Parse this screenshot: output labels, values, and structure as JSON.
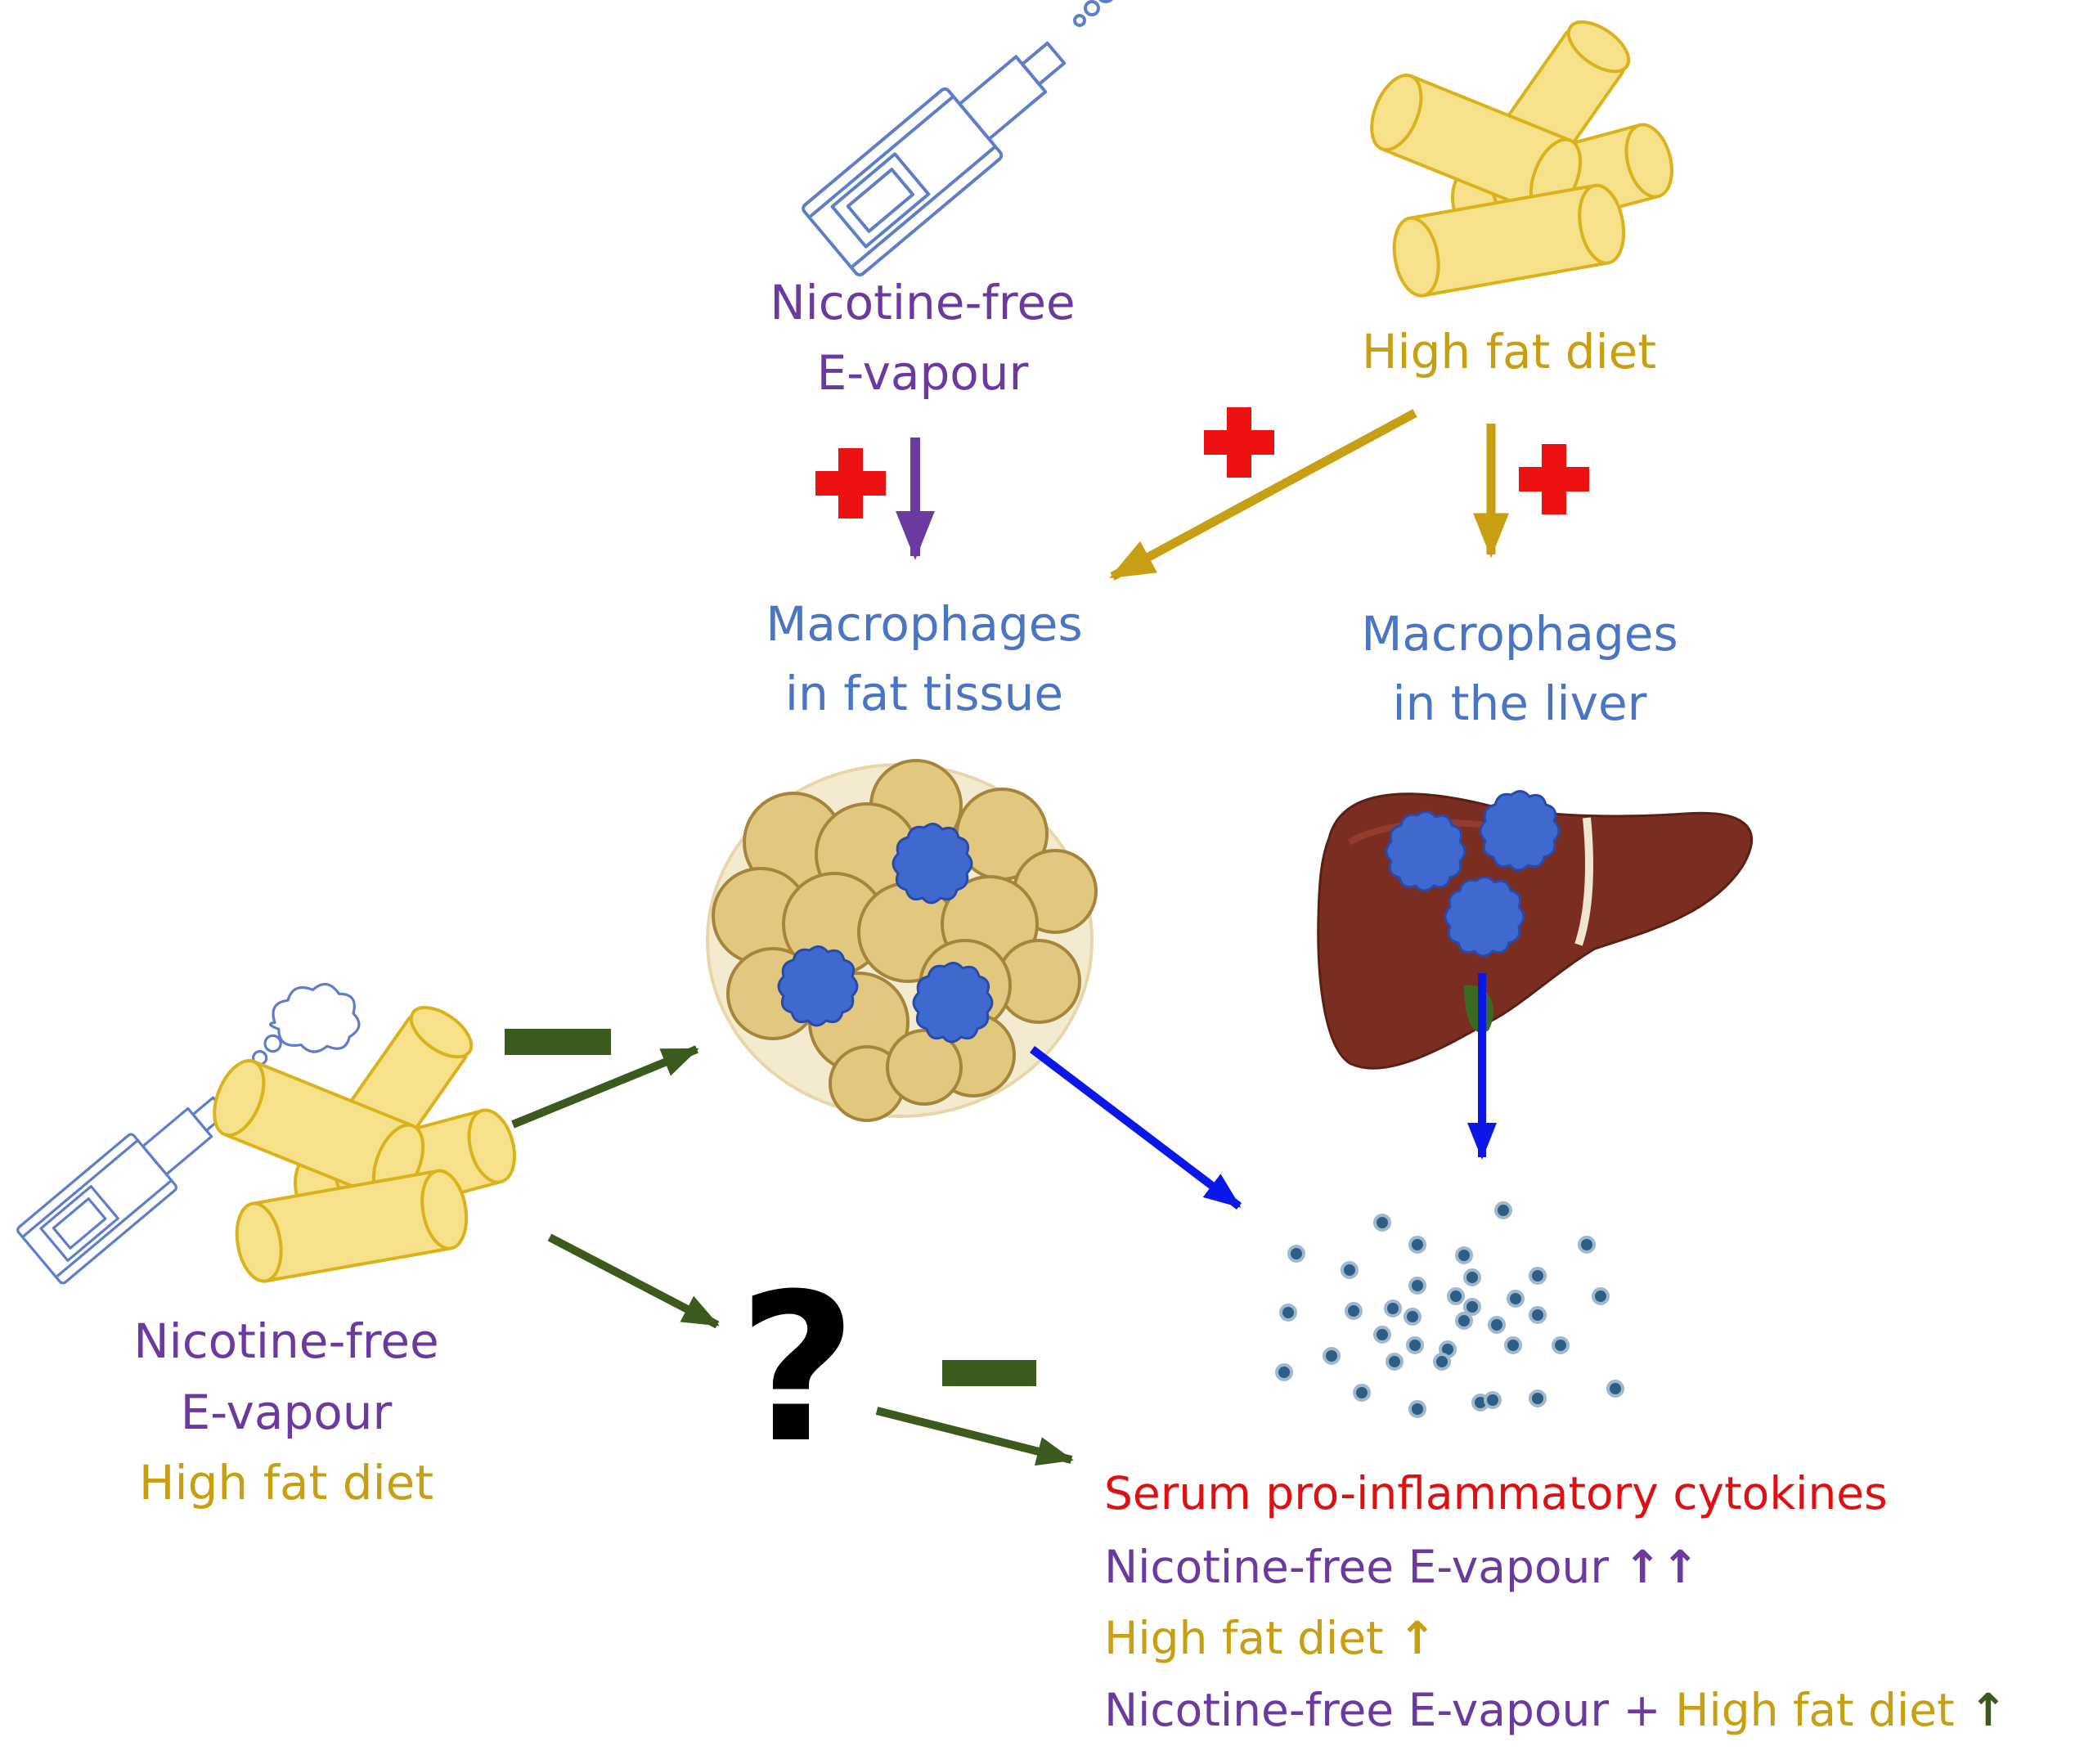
{
  "colors": {
    "vapour": "#6a3a9e",
    "fat": "#c89f12",
    "macrophage_text": "#4a74c4",
    "red_cross": "#ee1111",
    "negative": "#3d5a1e",
    "blue_arrow": "#0b16e8",
    "cytokine_title": "#dd1111",
    "cylinder_fill": "#f7e08a",
    "cylinder_stroke": "#d9b21c",
    "vape_stroke": "#5d7ec8",
    "adipocyte": "#e2c77f",
    "liver": "#7a2d20",
    "macrophage_blob": "#3f69cf",
    "cytokine_dot": "#2e5e86"
  },
  "icons": {
    "vape_top": "e-cigarette-icon",
    "fat_top": "fat-cylinders-icon",
    "adipose": "adipose-tissue-icon",
    "liver": "liver-icon",
    "cytokines": "cytokine-particles-icon",
    "vape_combo": "e-cigarette-icon",
    "fat_combo": "fat-cylinders-icon"
  },
  "top_left": {
    "line1": "Nicotine-free",
    "line2": "E-vapour"
  },
  "top_right": {
    "label": "High fat diet"
  },
  "mac_fat": {
    "line1": "Macrophages",
    "line2": "in fat tissue"
  },
  "mac_liver": {
    "line1": "Macrophages",
    "line2": "in the liver"
  },
  "combo": {
    "line1": "Nicotine-free",
    "line2": "E-vapour",
    "line3": "High fat diet"
  },
  "unknown": {
    "symbol": "?"
  },
  "cytokines": {
    "title": "Serum pro-inflammatory cytokines",
    "row1": {
      "label": "Nicotine-free E-vapour",
      "arrows": "↑↑"
    },
    "row2": {
      "label": "High fat diet",
      "arrows": "↑"
    },
    "row3": {
      "label_a": "Nicotine-free E-vapour",
      "plus": " + ",
      "label_b": "High fat diet",
      "arrows": "↑"
    }
  }
}
